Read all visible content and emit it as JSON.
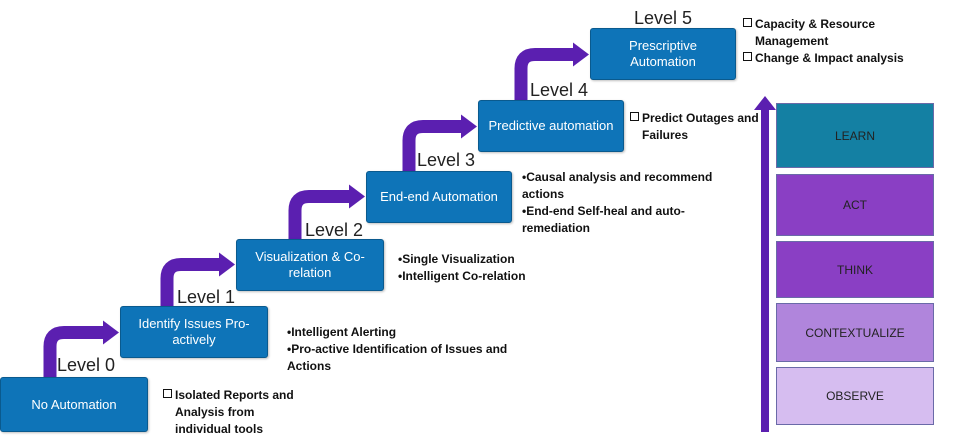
{
  "levels": [
    {
      "level_label": "Level 0",
      "box_label": "No Automation",
      "notes": [
        {
          "style": "checkbox",
          "text": "Isolated Reports and Analysis from individual tools"
        }
      ]
    },
    {
      "level_label": "Level 1",
      "box_label": "Identify Issues Pro-actively",
      "notes": [
        {
          "style": "bullet",
          "text": "Intelligent Alerting"
        },
        {
          "style": "bullet",
          "text": "Pro-active Identification of Issues and Actions"
        }
      ]
    },
    {
      "level_label": "Level 2",
      "box_label": "Visualization & Co-relation",
      "notes": [
        {
          "style": "bullet",
          "text": "Single Visualization"
        },
        {
          "style": "bullet",
          "text": "Intelligent Co-relation"
        }
      ]
    },
    {
      "level_label": "Level 3",
      "box_label": "End-end Automation",
      "notes": [
        {
          "style": "bullet",
          "text": "Causal analysis and recommend actions"
        },
        {
          "style": "bullet",
          "text": "End-end Self-heal and auto-remediation"
        }
      ]
    },
    {
      "level_label": "Level 4",
      "box_label": "Predictive automation",
      "notes": [
        {
          "style": "checkbox",
          "text": "Predict Outages and Failures"
        }
      ]
    },
    {
      "level_label": "Level 5",
      "box_label": "Prescriptive Automation",
      "notes": [
        {
          "style": "checkbox",
          "text": "Capacity & Resource Management"
        },
        {
          "style": "checkbox",
          "text": "Change & Impact analysis"
        }
      ]
    }
  ],
  "stack": [
    {
      "label": "LEARN",
      "color": "#1480a3"
    },
    {
      "label": "ACT",
      "color": "#8a3fc4"
    },
    {
      "label": "THINK",
      "color": "#8a3fc4"
    },
    {
      "label": "CONTEXTUALIZE",
      "color": "#b085dc"
    },
    {
      "label": "OBSERVE",
      "color": "#d6bdf0"
    }
  ],
  "colors": {
    "step_box": "#0e74b8",
    "arrow": "#5b1fb0"
  }
}
